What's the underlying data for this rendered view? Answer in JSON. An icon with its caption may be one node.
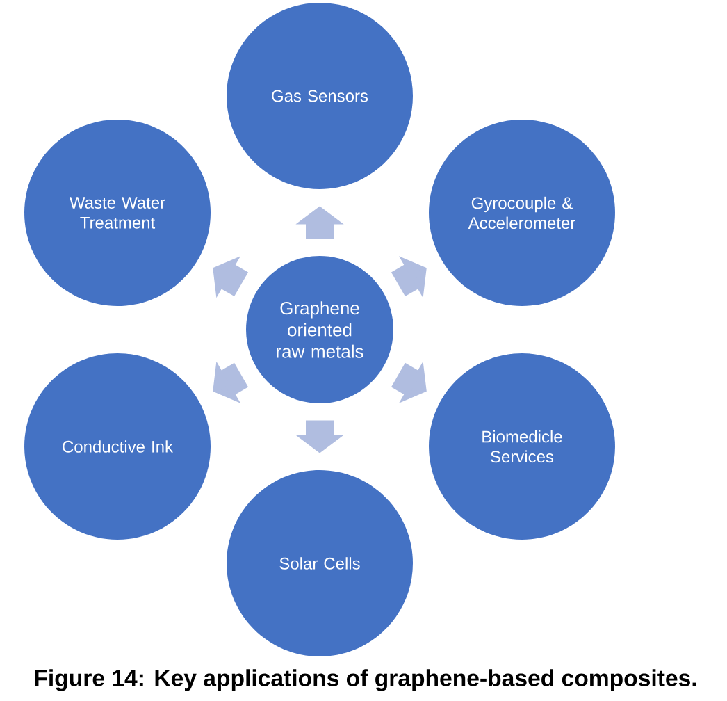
{
  "diagram": {
    "caption": "Figure 14: Key applications of graphene-based composites.",
    "nodes": [
      {
        "text": [
          "Gas Sensors"
        ]
      },
      {
        "text": [
          "Waste Water Treatment"
        ]
      },
      {
        "text": [
          "Gyrocouple & Accelerometer"
        ]
      },
      {
        "text": [
          "Graphene oriented raw metals"
        ]
      },
      {
        "text": [
          "Conductive Ink"
        ]
      },
      {
        "text": [
          "Biomedicle Services"
        ]
      },
      {
        "text": [
          "Solar Cells"
        ]
      }
    ],
    "edges": [
      {
        "from": 3,
        "to": 0,
        "arrow": "to"
      },
      {
        "from": 3,
        "to": 1,
        "arrow": "to"
      },
      {
        "from": 3,
        "to": 2,
        "arrow": "to"
      },
      {
        "from": 3,
        "to": 4,
        "arrow": "to"
      },
      {
        "from": 3,
        "to": 5,
        "arrow": "to"
      },
      {
        "from": 3,
        "to": 6,
        "arrow": "to"
      }
    ]
  }
}
